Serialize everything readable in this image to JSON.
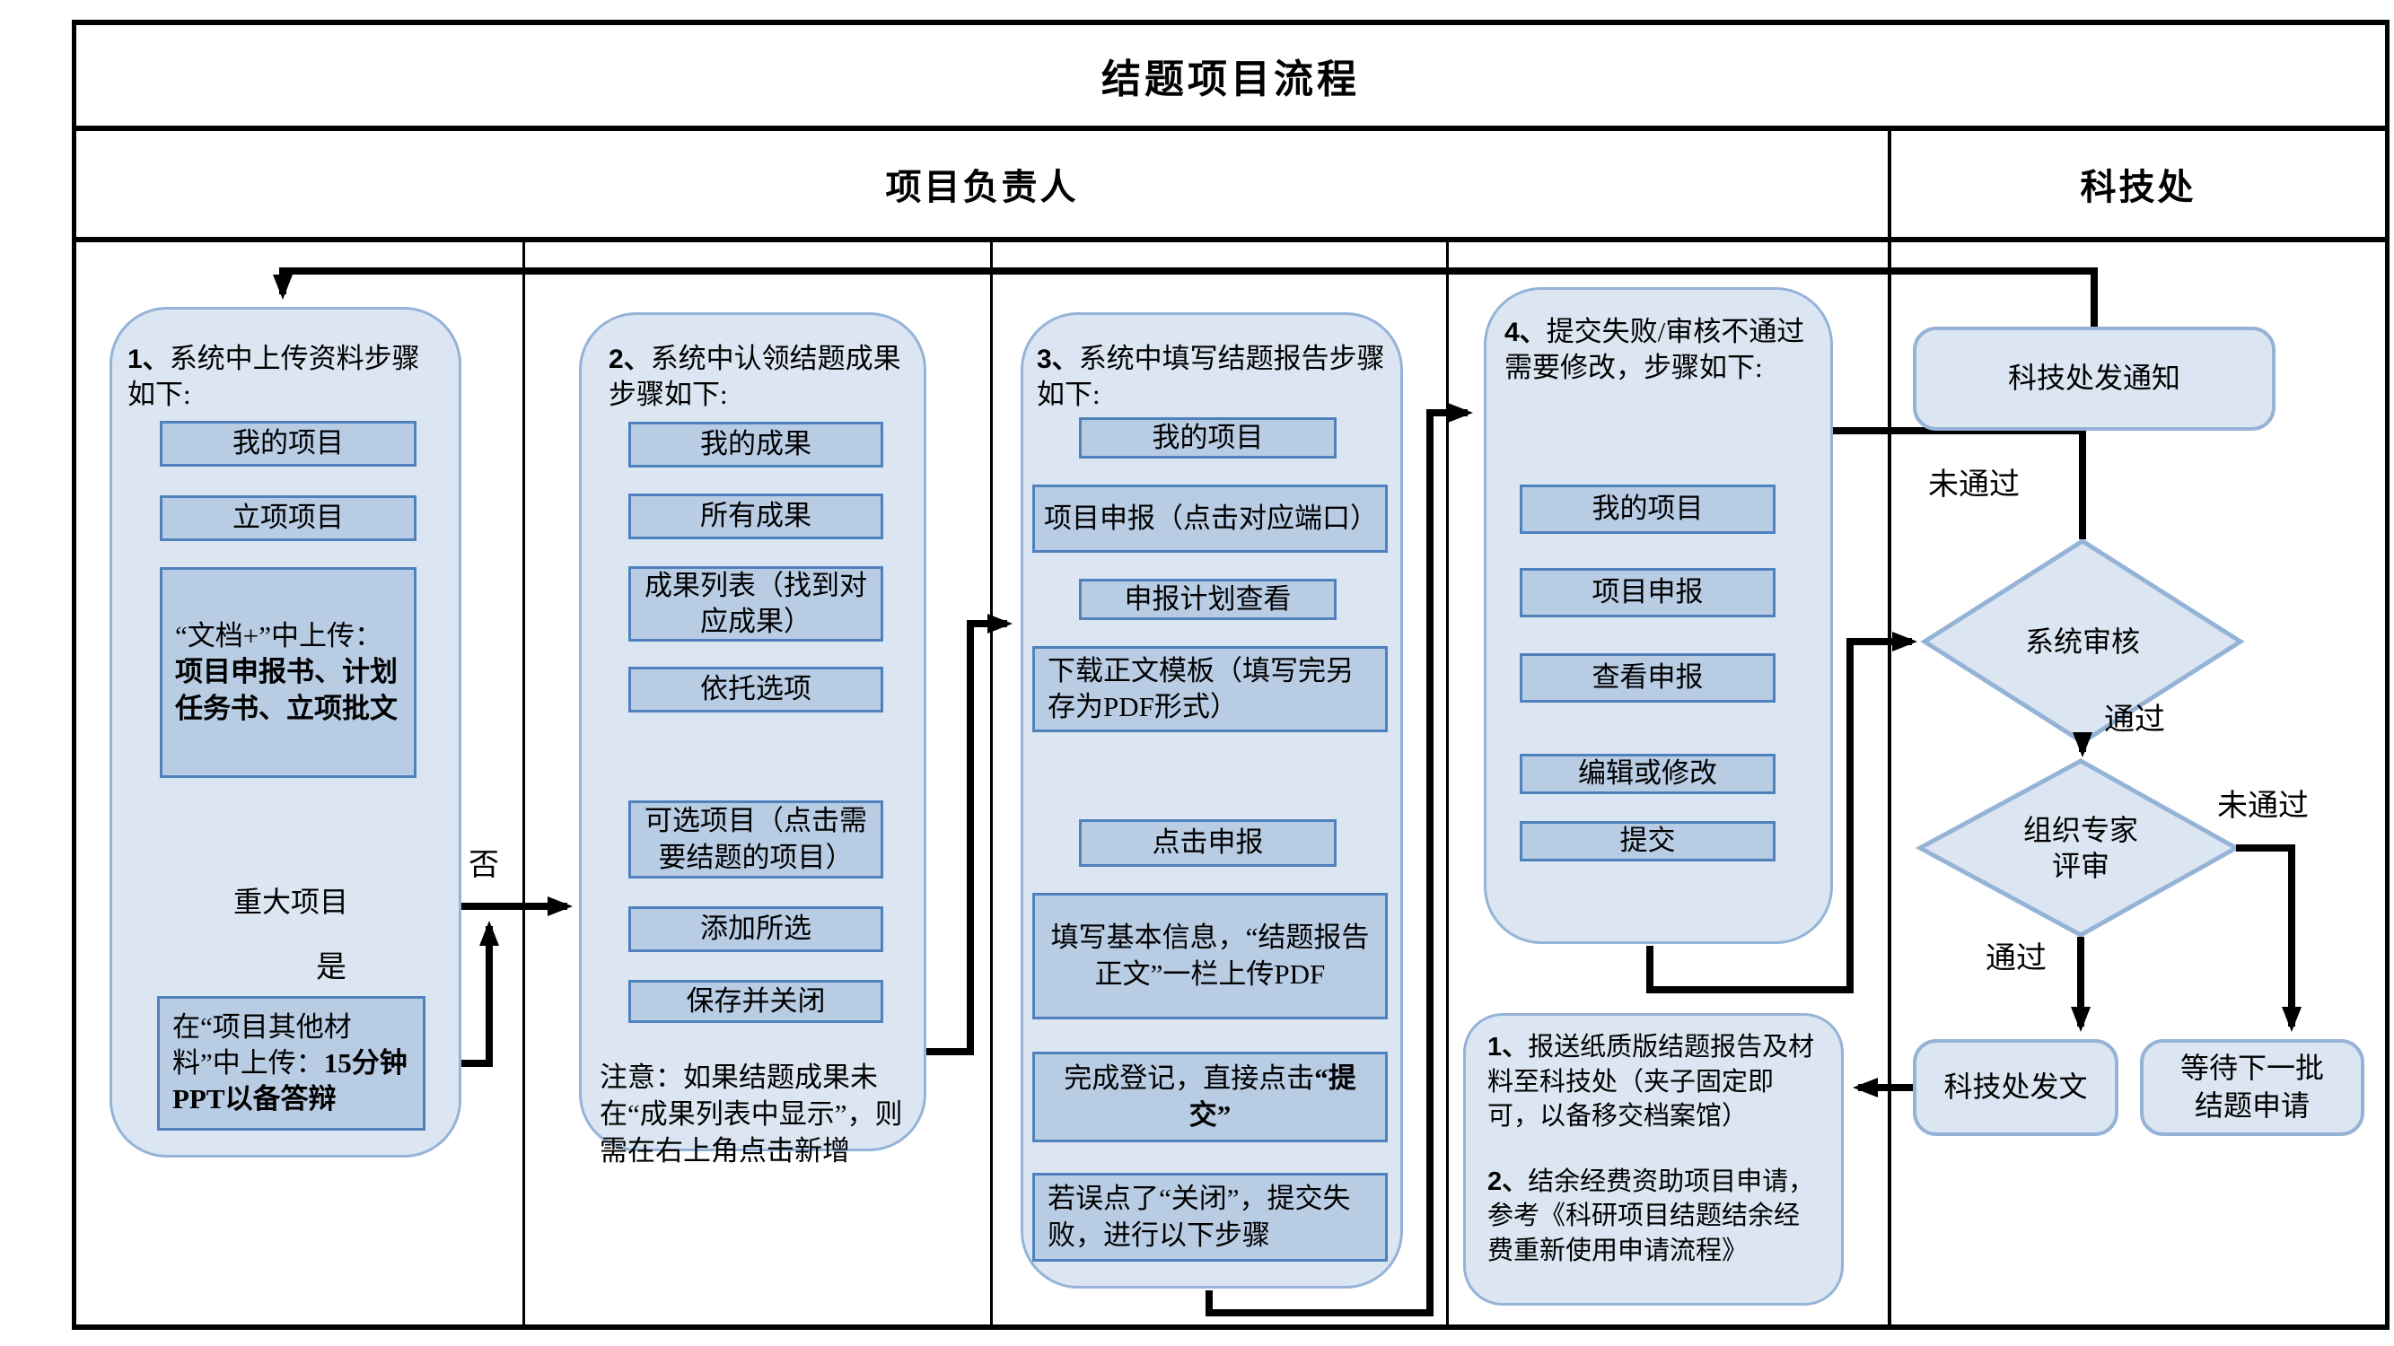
{
  "title": "结题项目流程",
  "lanes": {
    "owner": "项目负责人",
    "dept": "科技处"
  },
  "colors": {
    "container_fill": "#dce6f2",
    "container_stroke": "#95b3d7",
    "box_fill": "#b8cce4",
    "box_stroke": "#4f81bd",
    "arrow_blue": "#5b87c5",
    "line_black": "#000000"
  },
  "c1": {
    "num": "1、",
    "heading": "系统中上传资料步骤如下:",
    "s1": "我的项目",
    "s2": "立项项目",
    "s3_pre": "“文档+”中上传：",
    "s3_bold": "项目申报书、计划任务书、立项批文",
    "decision": "重大项目",
    "yes_label": "是",
    "no_label": "否",
    "s4_pre": "在“项目其他材料”中上传：",
    "s4_bold": "15分钟PPT以备答辩"
  },
  "c2": {
    "num": "2、",
    "heading": "系统中认领结题成果步骤如下:",
    "s1": "我的成果",
    "s2": "所有成果",
    "s3": "成果列表（找到对应成果）",
    "s4": "依托选项",
    "s5": "可选项目（点击需要结题的项目）",
    "s6": "添加所选",
    "s7": "保存并关闭",
    "note": "注意：如果结题成果未在“成果列表中显示”，则需在右上角点击新增"
  },
  "c3": {
    "num": "3、",
    "heading": "系统中填写结题报告步骤如下:",
    "s1": "我的项目",
    "s2": "项目申报（点击对应端口）",
    "s3": "申报计划查看",
    "s4": "下载正文模板（填写完另存为PDF形式）",
    "s5": "点击申报",
    "s6": "填写基本信息，“结题报告正文”一栏上传PDF",
    "s7_pre": "完成登记，直接点击",
    "s7_bold": "“提交”",
    "s8": "若误点了“关闭”，提交失败，进行以下步骤"
  },
  "c4": {
    "num": "4、",
    "heading": "提交失败/审核不通过需要修改，步骤如下:",
    "s1": "我的项目",
    "s2": "项目申报",
    "s3": "查看申报",
    "s4": "编辑或修改",
    "s5": "提交"
  },
  "note_box": {
    "p1_num": "1、",
    "p1": "报送纸质版结题报告及材料至科技处（夹子固定即可，以备移交档案馆）",
    "p2_num": "2、",
    "p2": "结余经费资助项目申请，参考《科研项目结题结余经费重新使用申请流程》"
  },
  "dept": {
    "notify": "科技处发通知",
    "sys_review": "系统审核",
    "expert_review": "组织专家\n评审",
    "issue": "科技处发文",
    "wait": "等待下一批\n结题申请",
    "pass1": "通过",
    "pass2": "通过",
    "fail1": "未通过",
    "fail2": "未通过"
  }
}
